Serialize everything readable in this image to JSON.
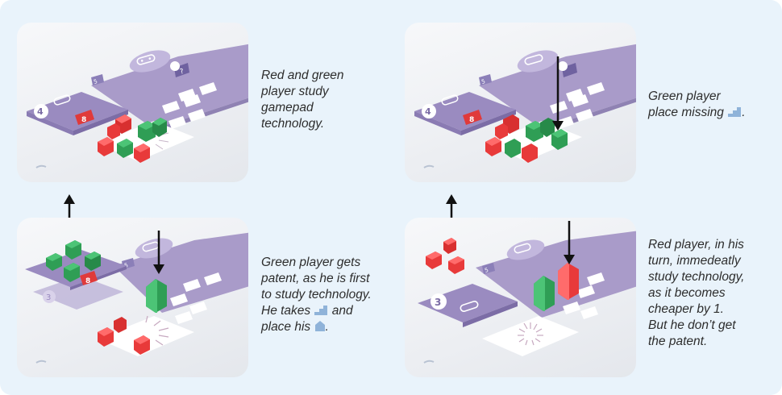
{
  "captions": {
    "top_left": [
      "Red and green",
      "player study",
      "gamepad",
      "technology."
    ],
    "top_right": [
      "Green player",
      "place missing",
      "."
    ],
    "bottom_left": [
      "Green player gets",
      "patent, as he is first",
      "to study technology.",
      "He takes",
      "and",
      "place his",
      "."
    ],
    "bottom_right": [
      "Red player, in his",
      "turn, immedeatly",
      "study technology,",
      "as it becomes",
      "cheaper by 1.",
      "But he don’t get",
      "the patent."
    ]
  },
  "board_numbers": {
    "tl_card": "4",
    "tl_small": "5",
    "tl_price": "8",
    "tr_card": "4",
    "tr_small": "5",
    "tr_price": "8",
    "bl_small": "5",
    "bl_card": "3",
    "bl_price": "8",
    "br_small": "5",
    "br_card": "3"
  },
  "icons": [
    "gamepad-icon",
    "stair-piece-icon",
    "house-piece-icon",
    "up-arrow-icon",
    "down-arrow-icon"
  ],
  "colors": {
    "red": "#e83a3a",
    "green": "#2f9e55",
    "purple": "#a99bc9",
    "arrow": "#111111",
    "background": "#e9f3fb"
  }
}
